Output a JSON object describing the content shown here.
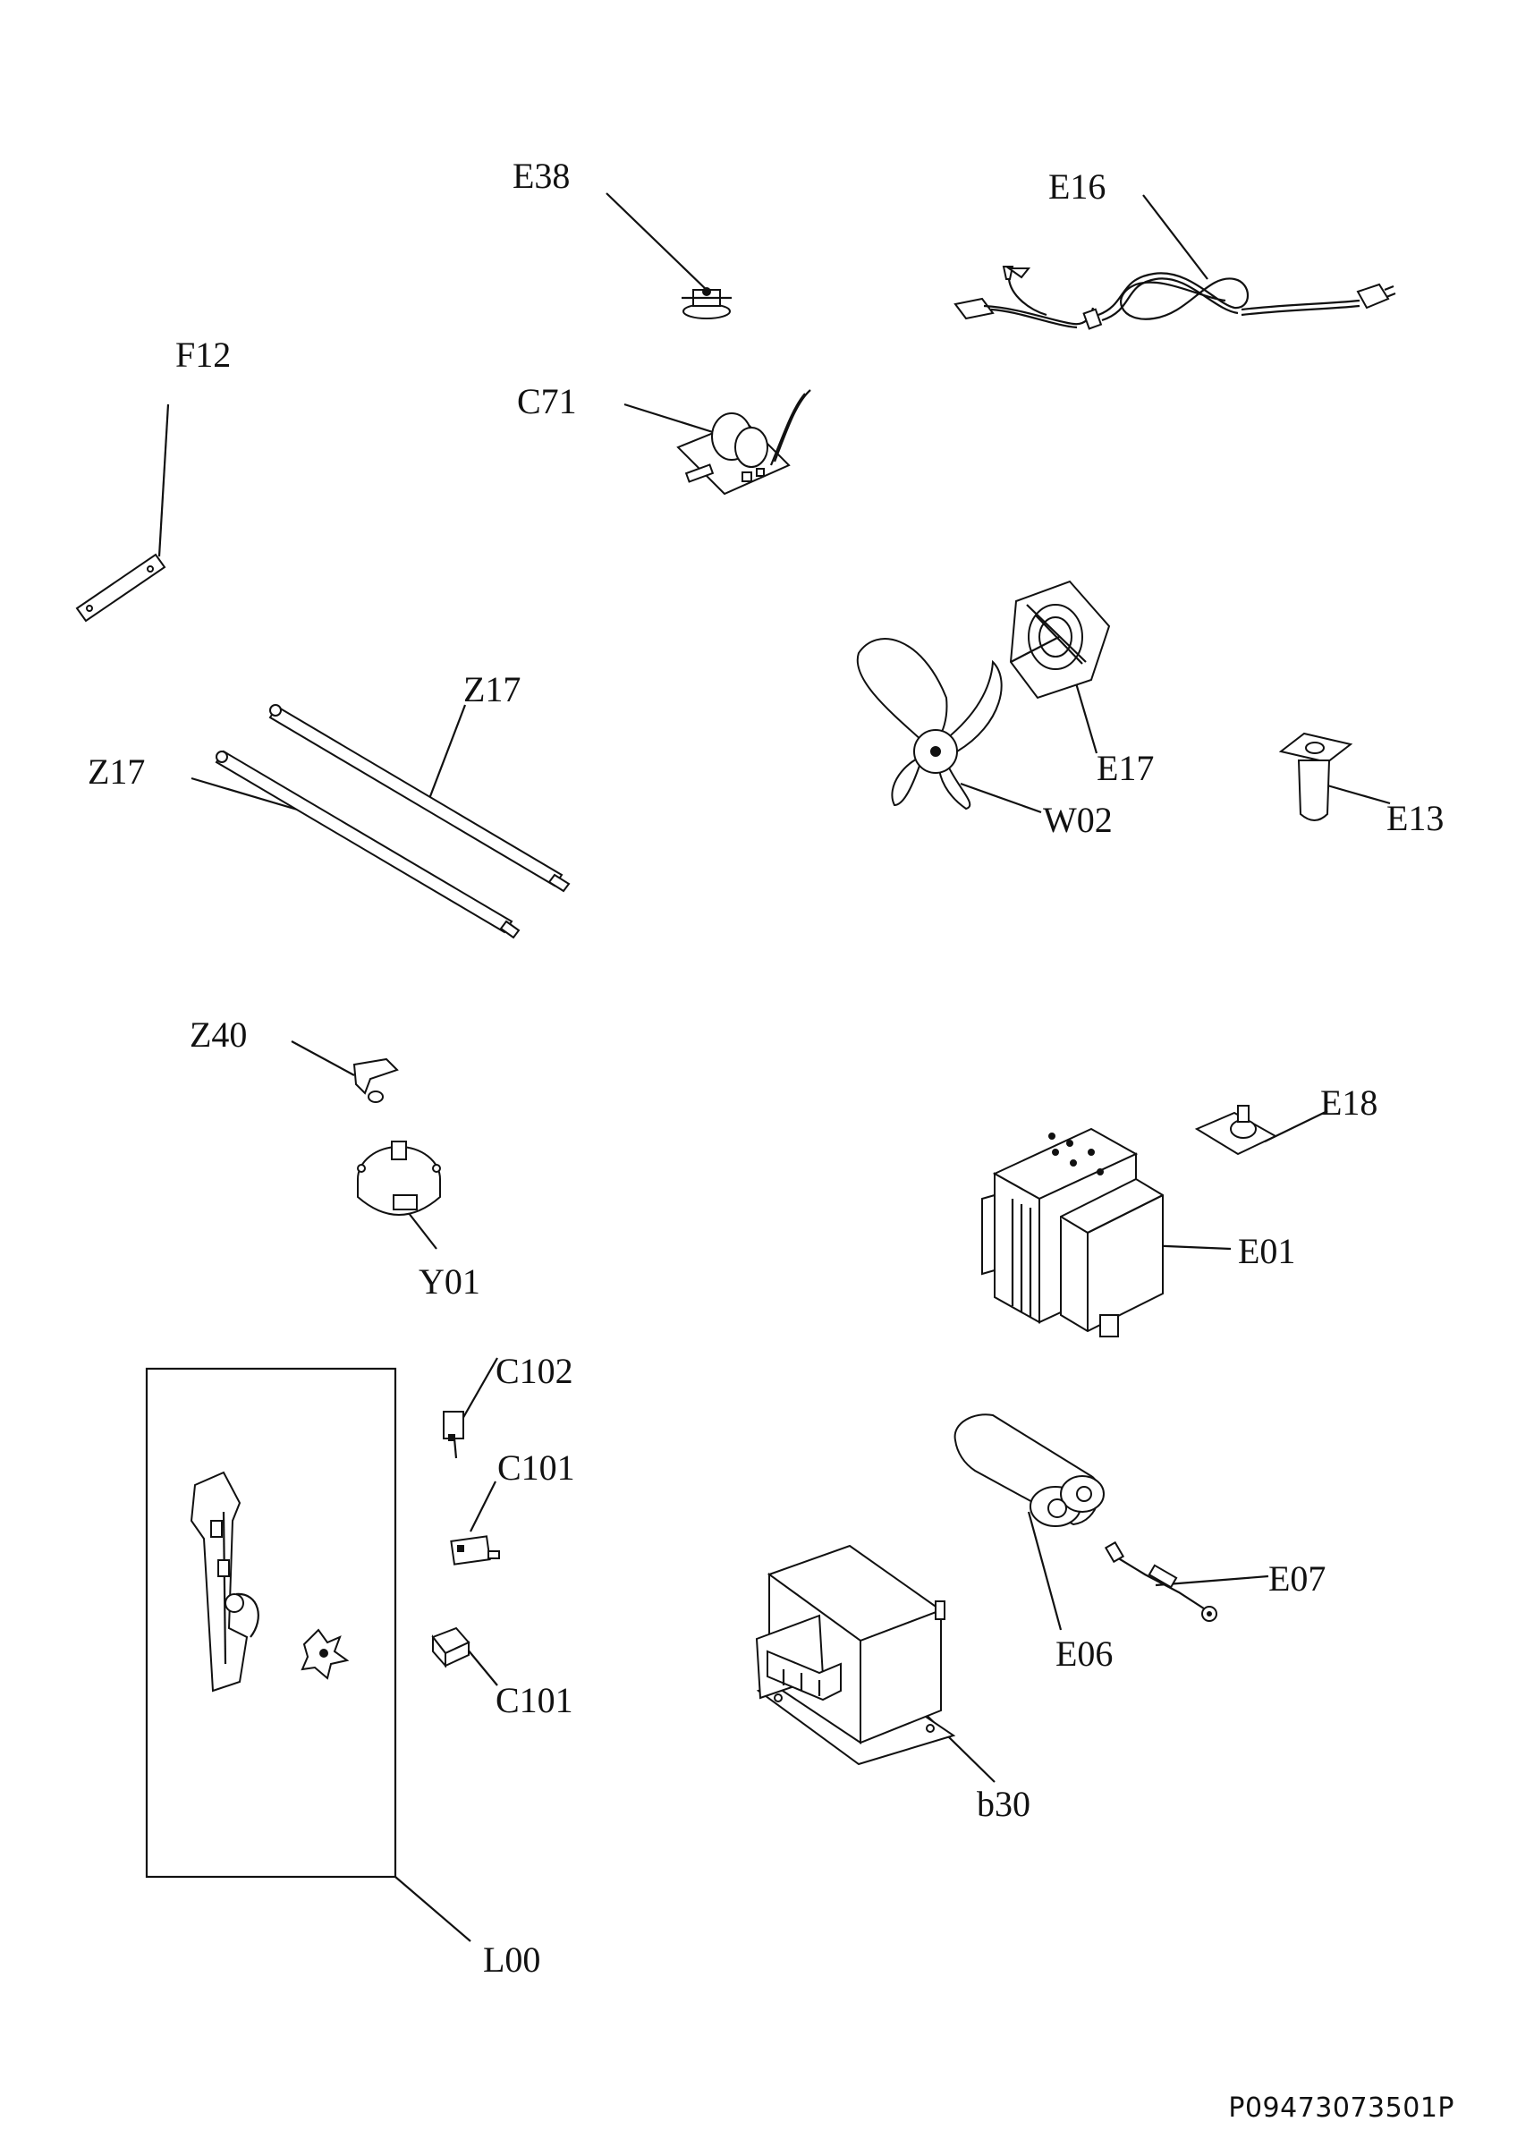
{
  "labels": {
    "e38": "E38",
    "e16": "E16",
    "f12": "F12",
    "c71": "C71",
    "z17_upper": "Z17",
    "z17_lower": "Z17",
    "e17": "E17",
    "w02": "W02",
    "e13": "E13",
    "z40": "Z40",
    "y01": "Y01",
    "e18": "E18",
    "e01": "E01",
    "c102": "C102",
    "c101_upper": "C101",
    "c101_lower": "C101",
    "e07": "E07",
    "e06": "E06",
    "b30": "b30",
    "l00": "L00"
  },
  "document_id": "P09473073501P"
}
